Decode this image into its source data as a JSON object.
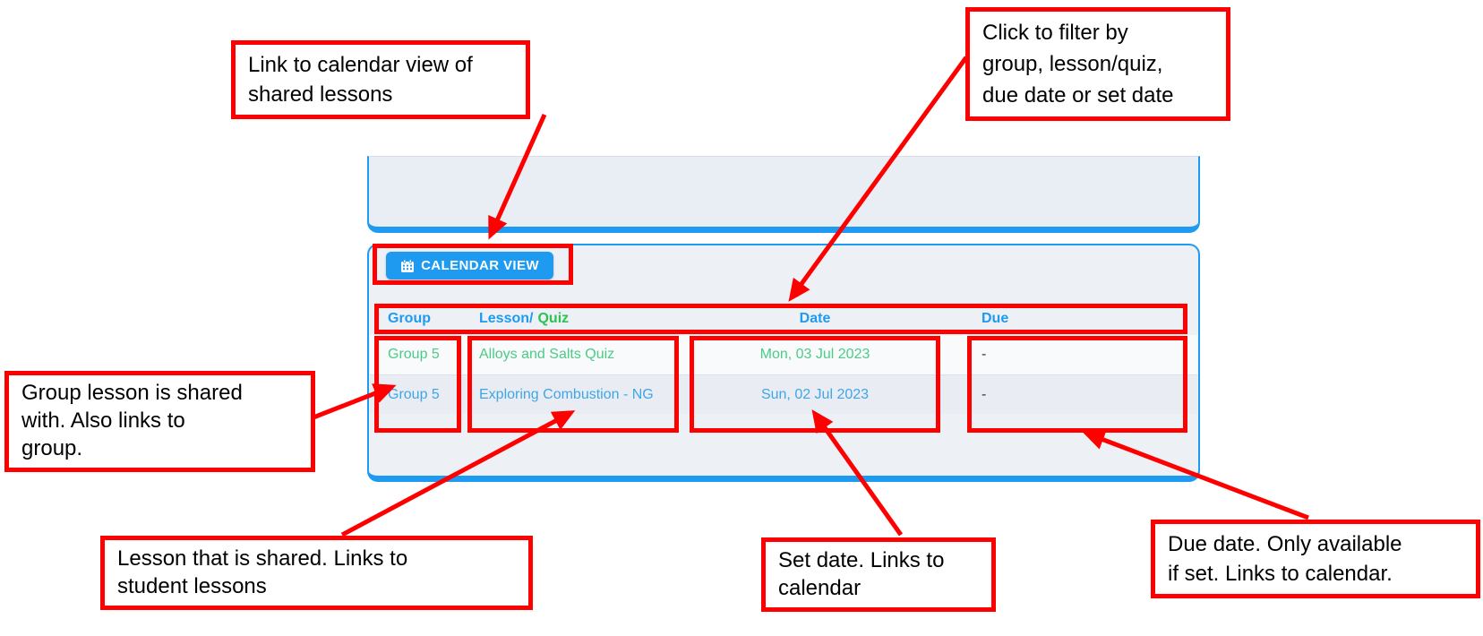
{
  "ui": {
    "calendar_button": {
      "label": "CALENDAR VIEW",
      "icon": "calendar-icon"
    },
    "table": {
      "header": {
        "group": "Group",
        "lesson_part1": "Lesson/",
        "lesson_part2": "Quiz",
        "date": "Date",
        "due": "Due"
      },
      "rows": [
        {
          "group": "Group 5",
          "lesson": "Alloys and Salts Quiz",
          "date": "Mon, 03 Jul 2023",
          "due": "-"
        },
        {
          "group": "Group 5",
          "lesson": "Exploring Combustion - NG",
          "date": "Sun, 02 Jul 2023",
          "due": "-"
        }
      ]
    }
  },
  "annotations": {
    "calendar_view": "Link to calendar view of\nshared lessons",
    "filter": "Click to filter by\ngroup, lesson/quiz,\ndue date or set date",
    "group": "Group lesson is shared\nwith. Also links to\ngroup.",
    "lesson": "Lesson that is shared. Links to\nstudent lessons",
    "set_date": "Set date. Links to\ncalendar",
    "due_date": "Due date. Only available\nif set. Links to calendar."
  },
  "colors": {
    "accent_blue": "#1e9bf0",
    "header_quiz_green": "#2dc154",
    "row1_green": "#4ccb87",
    "row2_blue": "#3ea6e8",
    "annotation_red": "#fe0000",
    "card_background": "#edf0f5"
  }
}
